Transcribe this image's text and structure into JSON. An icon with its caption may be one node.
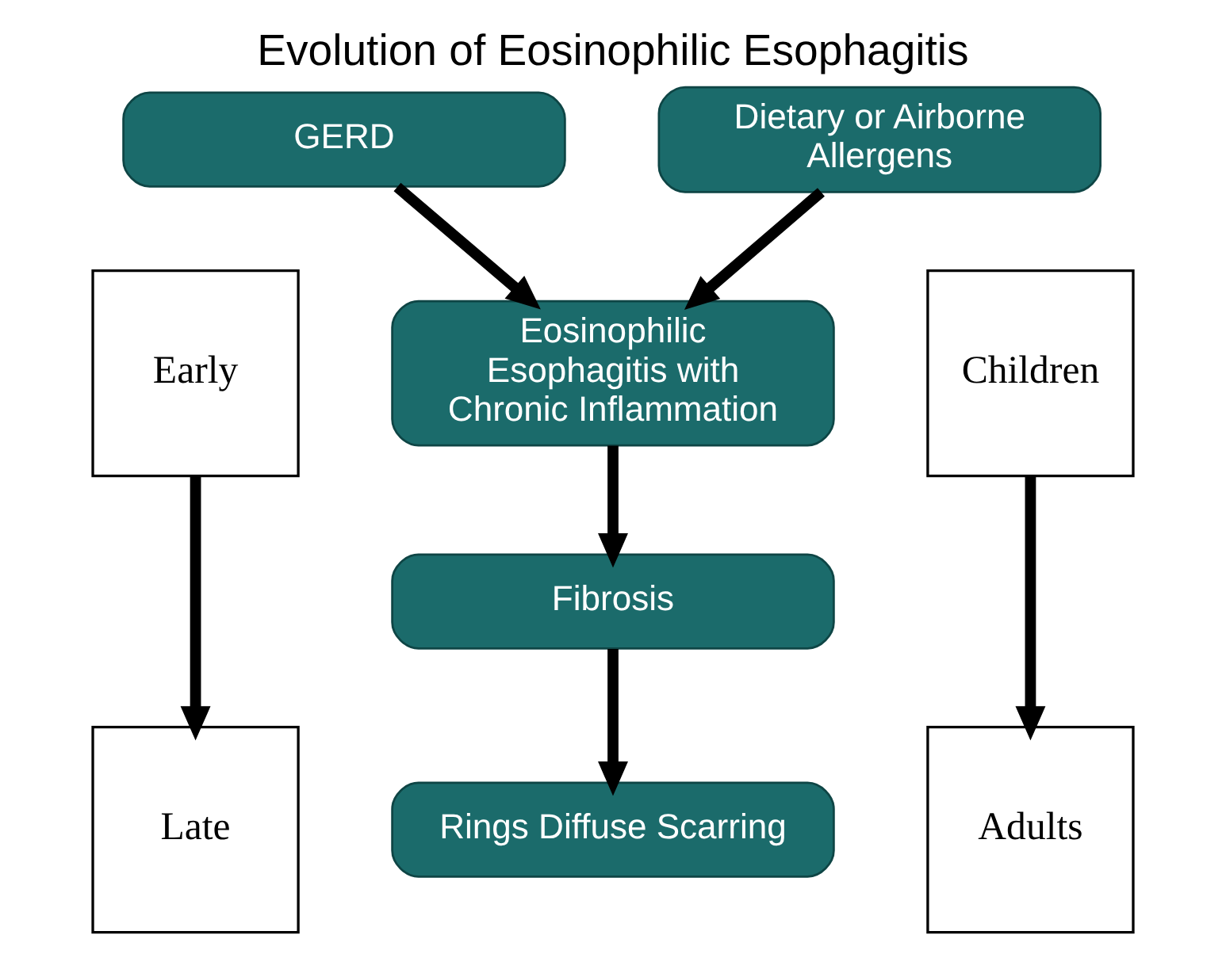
{
  "diagram": {
    "title": "Evolution of Eosinophilic Esophagitis",
    "nodes": [
      {
        "text": [
          "GERD"
        ]
      },
      {
        "text": [
          "Dietary or Airborne Allergens"
        ]
      },
      {
        "text": [
          "Early"
        ]
      },
      {
        "text": [
          "Eosinophilic Esophagitis with Chronic Inflammation"
        ]
      },
      {
        "text": [
          "Children"
        ]
      },
      {
        "text": [
          "Fibrosis"
        ]
      },
      {
        "text": [
          "Rings Diffuse Scarring"
        ]
      },
      {
        "text": [
          "Late"
        ]
      },
      {
        "text": [
          "Adults"
        ]
      }
    ],
    "edges": [
      {
        "from": 0,
        "to": 3,
        "arrow": "to"
      },
      {
        "from": 1,
        "to": 3,
        "arrow": "to"
      },
      {
        "from": 3,
        "to": 5,
        "arrow": "to"
      },
      {
        "from": 5,
        "to": 6,
        "arrow": "to"
      },
      {
        "from": 2,
        "to": 7,
        "arrow": "to"
      },
      {
        "from": 4,
        "to": 8,
        "arrow": "to"
      }
    ]
  }
}
